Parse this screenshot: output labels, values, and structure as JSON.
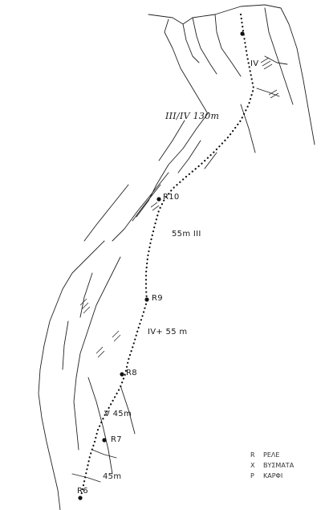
{
  "route": {
    "labels": {
      "top_grade": "IV",
      "upper_section": "III/IV 130m",
      "r10": "R10",
      "pitch_55_iii": "55m III",
      "r9": "R9",
      "pitch_ivplus": "IV+ 55 m",
      "r8": "R8",
      "pitch_v": "V 45m",
      "r7": "R7",
      "pitch_45": "45m",
      "r6": "R6"
    }
  },
  "legend": {
    "items": [
      {
        "symbol": "R",
        "text": "ΡΕΛΕ"
      },
      {
        "symbol": "X",
        "text": "ΒΥΣΜΑΤΑ"
      },
      {
        "symbol": "P",
        "text": "ΚΑΡΦΙ"
      }
    ]
  }
}
